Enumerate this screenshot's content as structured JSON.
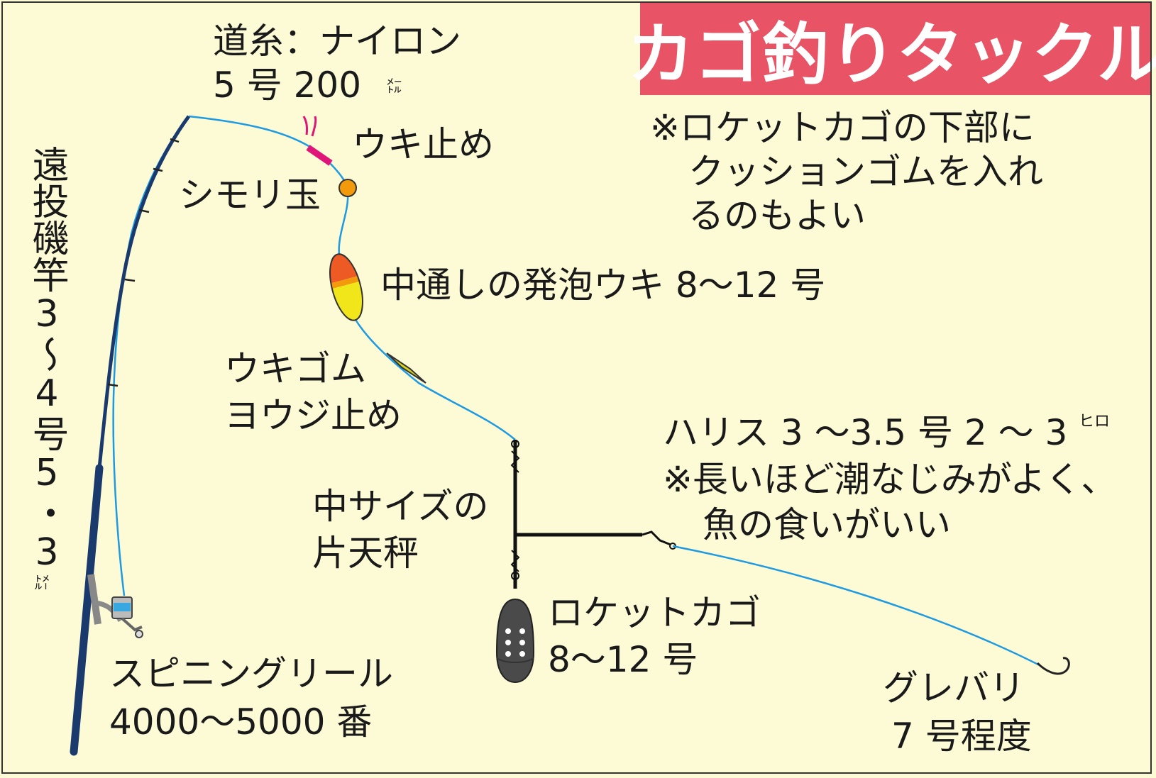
{
  "title": "カゴ釣りタックル",
  "note_top": [
    "※ロケットカゴの下部に",
    "クッションゴムを入れ",
    "るのもよい"
  ],
  "labels": {
    "michiito_1": "道糸：ナイロン",
    "michiito_2": "5 号 200",
    "michiito_unit": "㍍",
    "ukidome": "ウキ止め",
    "shimori": "シモリ玉",
    "float": "中通しの発泡ウキ 8〜12 号",
    "ukigomu_1": "ウキゴム",
    "ukigomu_2": "ヨウジ止め",
    "tenbin_1": "中サイズの",
    "tenbin_2": "片天秤",
    "kago_1": "ロケットカゴ",
    "kago_2": "8〜12 号",
    "harisu_1": "ハリス 3 〜3.5 号 2 〜 3",
    "harisu_unit": "ヒロ",
    "harisu_2": "※長いほど潮なじみがよく、",
    "harisu_3": "魚の食いがいい",
    "hook_1": "グレバリ",
    "hook_2": "7 号程度",
    "reel_1": "スピニングリール",
    "reel_2": "4000〜5000 番",
    "rod": "遠投磯竿3〜4号5・3",
    "rod_unit": "㍍"
  },
  "colors": {
    "background": "#fdfad6",
    "title_bg": "#e85465",
    "line": "#1e9be0",
    "rod": "#1a3a6e",
    "stopper": "#e0157a",
    "bead": "#f29a0c",
    "float_top": "#ee5a24",
    "float_bottom": "#f0e61a",
    "ukigomu": "#d8d21e",
    "basket": "#4a4a4a"
  }
}
